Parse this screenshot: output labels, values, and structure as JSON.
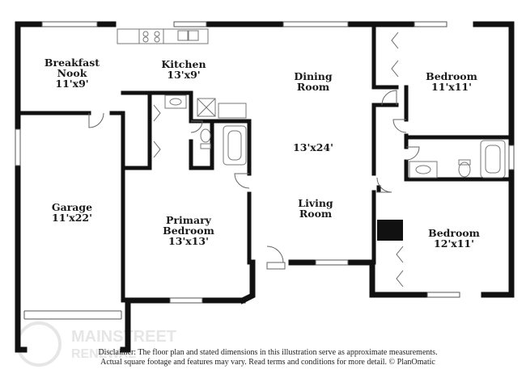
{
  "rooms": {
    "breakfast_nook": {
      "name_line1": "Breakfast",
      "name_line2": "Nook",
      "size": "11'x9'"
    },
    "kitchen": {
      "name": "Kitchen",
      "size": "13'x9'"
    },
    "dining": {
      "name": "Dining",
      "name_line2": "Room"
    },
    "living_dining_size": "13'x24'",
    "living": {
      "name": "Living",
      "name_line2": "Room"
    },
    "bedroom_top": {
      "name": "Bedroom",
      "size": "11'x11'"
    },
    "bedroom_bottom": {
      "name": "Bedroom",
      "size": "12'x11'"
    },
    "garage": {
      "name": "Garage",
      "size": "11'x22'"
    },
    "primary": {
      "name_line1": "Primary",
      "name_line2": "Bedroom",
      "size": "13'x13'"
    }
  },
  "disclaimer": {
    "line1": "Disclaimer: The floor plan and stated dimensions in this illustration serve as approximate measurements.",
    "line2": "Actual square footage and features may vary. Read terms and conditions for more detail. © PlanOmatic"
  },
  "watermark": {
    "line1": "MAINSTREET",
    "line2": "RENEWAL"
  },
  "colors": {
    "wall": "#111111",
    "fixture": "#777777",
    "background": "#ffffff",
    "watermark": "#e6e6e6"
  }
}
